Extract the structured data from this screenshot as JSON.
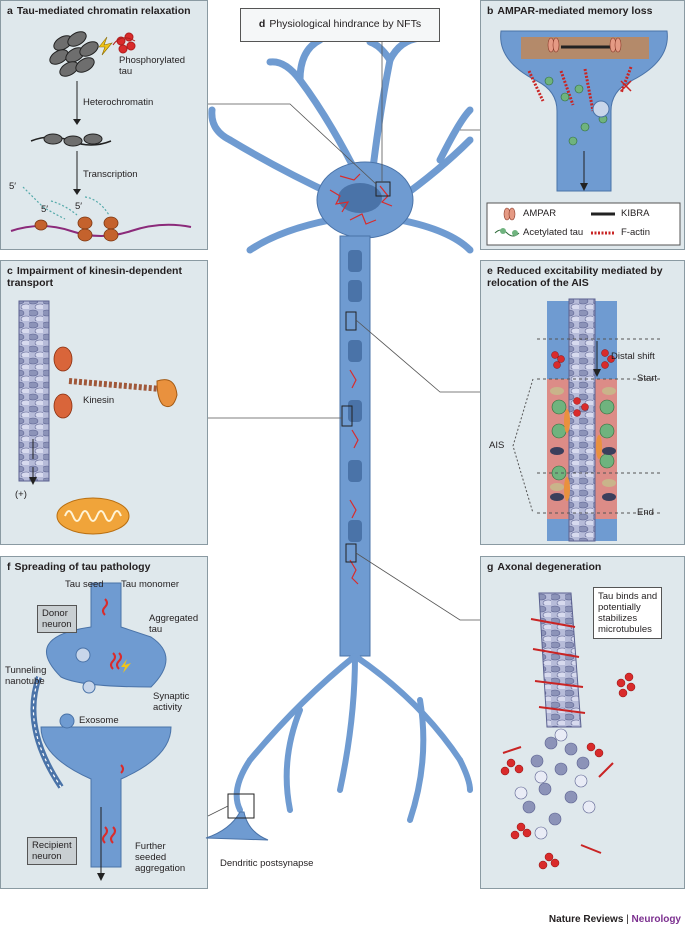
{
  "panels": {
    "a": {
      "letter": "a",
      "title": "Tau-mediated chromatin relaxation",
      "phospho_tau": "Phosphorylated\ntau",
      "heterochromatin": "Heterochromatin",
      "transcription": "Transcription",
      "five_prime_1": "5′",
      "five_prime_2": "5′",
      "five_prime_3": "5′"
    },
    "b": {
      "letter": "b",
      "title": "AMPAR-mediated memory loss",
      "legend": [
        {
          "label": "AMPAR"
        },
        {
          "label": "KIBRA"
        },
        {
          "label": "Acetylated tau"
        },
        {
          "label": "F-actin"
        }
      ]
    },
    "c": {
      "letter": "c",
      "title_line1": "Impairment of kinesin-dependent",
      "title_line2": "transport",
      "kinesin": "Kinesin",
      "plus": "(+)"
    },
    "d": {
      "letter": "d",
      "title": "Physiological hindrance by NFTs"
    },
    "e": {
      "letter": "e",
      "title_line1": "Reduced excitability mediated by",
      "title_line2": "relocation of the AIS",
      "distal_shift": "Distal shift",
      "start": "Start",
      "end": "End",
      "ais": "AIS"
    },
    "f": {
      "letter": "f",
      "title": "Spreading of tau pathology",
      "tau_seed": "Tau seed",
      "tau_monomer": "Tau monomer",
      "donor": "Donor\nneuron",
      "aggregated": "Aggregated\ntau",
      "tunneling": "Tunneling\nnanotube",
      "synaptic": "Synaptic\nactivity",
      "exosome": "Exosome",
      "recipient": "Recipient\nneuron",
      "further": "Further\nseeded\naggregation"
    },
    "g": {
      "letter": "g",
      "title": "Axonal degeneration",
      "note": "Tau binds and\npotentially\nstabilizes\nmicrotubules"
    }
  },
  "dendritic_label": "Dendritic postsynapse",
  "credit": {
    "journal": "Nature Reviews",
    "sep": " | ",
    "section": "Neurology"
  },
  "colors": {
    "panel_bg": "#dfe8ec",
    "neuron": "#6f9bd1",
    "neuron_dark": "#4a73a8",
    "tau_red": "#d92b2b",
    "microtubule": "#8c93b8",
    "green": "#6fb37e",
    "orange": "#e08a3c",
    "accent_purple": "#7b2f8f"
  }
}
